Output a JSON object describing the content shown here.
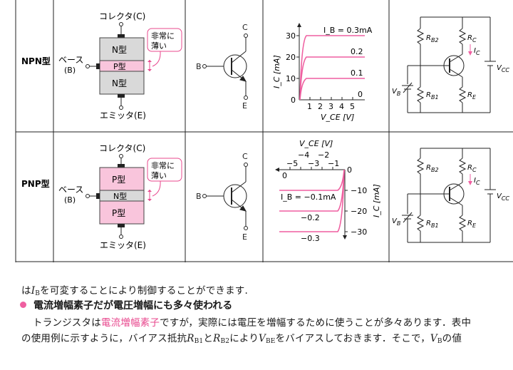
{
  "table": {
    "rows": [
      {
        "type_label": "NPN型",
        "structure": {
          "collector_label": "コレクタ(C)",
          "emitter_label": "エミッタ(E)",
          "base_label_1": "ベース",
          "base_label_2": "(B)",
          "layers": [
            "N型",
            "P型",
            "N型"
          ],
          "callout_line1": "非常に",
          "callout_line2": "薄い"
        },
        "symbol": {
          "c": "C",
          "b": "B",
          "e": "E"
        },
        "graph": {
          "ylabel": "I_C [mA]",
          "xlabel": "V_CE [V]",
          "yticks": [
            "30",
            "20",
            "10",
            "0"
          ],
          "xticks": [
            "1",
            "2",
            "3",
            "4",
            "5"
          ],
          "curve_labels": [
            "I_B = 0.3mA",
            "0.2",
            "0.1",
            "0"
          ]
        },
        "circuit": {
          "rb2": "RB2",
          "rb1": "RB1",
          "rc": "RC",
          "re": "RE",
          "ic": "IC",
          "vb": "VB",
          "vcc": "VCC"
        }
      },
      {
        "type_label": "PNP型",
        "structure": {
          "collector_label": "コレクタ(C)",
          "emitter_label": "エミッタ(E)",
          "base_label_1": "ベース",
          "base_label_2": "(B)",
          "layers": [
            "P型",
            "N型",
            "P型"
          ],
          "callout_line1": "非常に",
          "callout_line2": "薄い"
        },
        "symbol": {
          "c": "C",
          "b": "B",
          "e": "E"
        },
        "graph": {
          "xlabel": "V_CE [V]",
          "ylabel": "I_C [mA]",
          "xticks": [
            "−5",
            "−4",
            "−3",
            "−2",
            "−1"
          ],
          "xzero_left": "0",
          "xzero_right": "0",
          "yticks": [
            "−10",
            "−20",
            "−30"
          ],
          "curve_labels": [
            "I_B = −0.1mA",
            "−0.2",
            "−0.3"
          ]
        },
        "circuit": {
          "rb2": "RB2",
          "rb1": "RB1",
          "rc": "RC",
          "re": "RE",
          "ic": "IC",
          "vb": "VB",
          "vcc": "VCC"
        }
      }
    ]
  },
  "text": {
    "line1_a": "は",
    "line1_var": "I",
    "line1_sub": "B",
    "line1_b": "を可変することにより制御することができます.",
    "heading": "電流増幅素子だが電圧増幅にも多々使われる",
    "line2_a": "トランジスタは",
    "line2_pink": "電流増幅素子",
    "line2_b": "ですが，実際には電圧を増幅するために使うことが多々あります．表中",
    "line3_a": "の使用例に示すように，バイアス抵抗",
    "line3_r1": "R",
    "line3_r1sub": "B1",
    "line3_b": "と",
    "line3_r2": "R",
    "line3_r2sub": "B2",
    "line3_c": "により",
    "line3_v": "V",
    "line3_vsub": "BE",
    "line3_d": "をバイアスしておきます．そこで，",
    "line3_vb": "V",
    "line3_vbsub": "B",
    "line3_e": "の値"
  }
}
